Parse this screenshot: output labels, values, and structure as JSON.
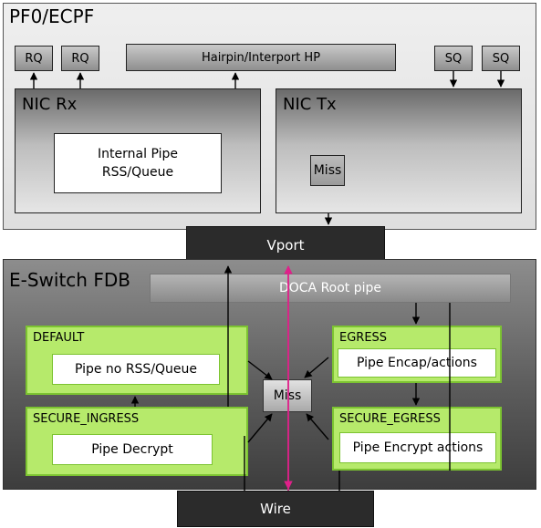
{
  "pf": {
    "title": "PF0/ECPF",
    "rq1": "RQ",
    "rq2": "RQ",
    "hairpin": "Hairpin/Interport HP",
    "sq1": "SQ",
    "sq2": "SQ",
    "nic_rx": {
      "title": "NIC Rx",
      "inner_line1": "Internal Pipe",
      "inner_line2": "RSS/Queue"
    },
    "nic_tx": {
      "title": "NIC Tx",
      "miss": "Miss"
    }
  },
  "vport": "Vport",
  "eswitch": {
    "title": "E-Switch FDB",
    "root_pipe": "DOCA Root pipe",
    "default": {
      "label": "DEFAULT",
      "pipe": "Pipe no RSS/Queue"
    },
    "secure_ingress": {
      "label": "SECURE_INGRESS",
      "pipe": "Pipe Decrypt"
    },
    "egress": {
      "label": "EGRESS",
      "pipe": "Pipe Encap/actions"
    },
    "secure_egress": {
      "label": "SECURE_EGRESS",
      "pipe": "Pipe Encrypt actions"
    },
    "miss": "Miss"
  },
  "wire": "Wire",
  "colors": {
    "green_fill": "#b6ea6b",
    "green_border": "#7cc331",
    "magenta_line": "#e0208a",
    "dark_box": "#2b2b2b"
  }
}
